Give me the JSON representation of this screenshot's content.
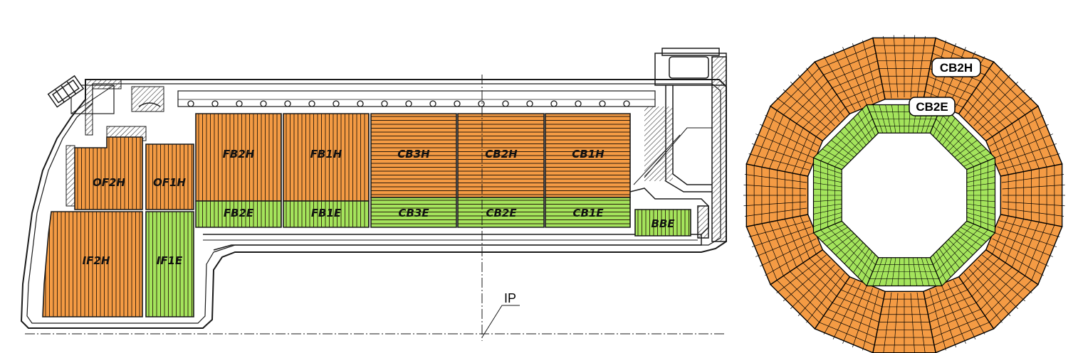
{
  "colors": {
    "hadronic": "#F49B44",
    "electromagnetic": "#A4E45C",
    "outline": "#1a1a1a",
    "background": "#ffffff"
  },
  "side_view": {
    "modules": [
      {
        "id": "of2h",
        "label": "OF2H",
        "type": "hadronic",
        "lines": "vertical"
      },
      {
        "id": "of1h",
        "label": "OF1H",
        "type": "hadronic",
        "lines": "vertical"
      },
      {
        "id": "if2h",
        "label": "IF2H",
        "type": "hadronic",
        "lines": "vertical"
      },
      {
        "id": "if1e",
        "label": "IF1E",
        "type": "electromagnetic",
        "lines": "vertical"
      },
      {
        "id": "fb2h",
        "label": "FB2H",
        "type": "hadronic",
        "lines": "vertical"
      },
      {
        "id": "fb1h",
        "label": "FB1H",
        "type": "hadronic",
        "lines": "vertical"
      },
      {
        "id": "fb2e",
        "label": "FB2E",
        "type": "electromagnetic",
        "lines": "vertical"
      },
      {
        "id": "fb1e",
        "label": "FB1E",
        "type": "electromagnetic",
        "lines": "vertical"
      },
      {
        "id": "cb3h",
        "label": "CB3H",
        "type": "hadronic",
        "lines": "horizontal"
      },
      {
        "id": "cb2h",
        "label": "CB2H",
        "type": "hadronic",
        "lines": "horizontal"
      },
      {
        "id": "cb1h",
        "label": "CB1H",
        "type": "hadronic",
        "lines": "horizontal"
      },
      {
        "id": "cb3e",
        "label": "CB3E",
        "type": "electromagnetic",
        "lines": "horizontal"
      },
      {
        "id": "cb2e",
        "label": "CB2E",
        "type": "electromagnetic",
        "lines": "horizontal"
      },
      {
        "id": "cb1e",
        "label": "CB1E",
        "type": "electromagnetic",
        "lines": "horizontal"
      },
      {
        "id": "bbe",
        "label": "BBE",
        "type": "electromagnetic",
        "lines": "vertical"
      }
    ],
    "ip_label": "IP"
  },
  "ring_view": {
    "octagon_sides": 8,
    "hadronic_sectors": 16,
    "callouts": {
      "hadronic": "CB2H",
      "electromagnetic": "CB2E"
    }
  }
}
